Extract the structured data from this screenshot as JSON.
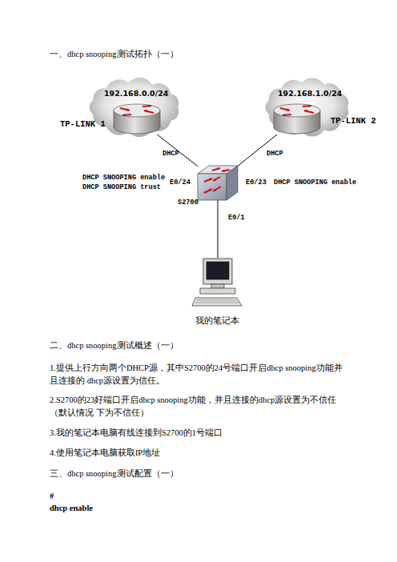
{
  "diagram": {
    "title": "一、dhcp snooping测试拓扑（一）",
    "nodes": [
      {
        "text": [
          "192.168.0.0/24",
          "TP-LINK 1",
          "DHCP"
        ]
      },
      {
        "text": [
          "192.168.1.0/24",
          "TP-LINK 2",
          "DHCP"
        ]
      },
      {
        "text": [
          "S2700"
        ]
      },
      {
        "text": [
          "我的笔记本"
        ]
      }
    ],
    "edges": [
      {
        "from": 0,
        "to": 2,
        "arrow": "none"
      },
      {
        "from": 1,
        "to": 2,
        "arrow": "none"
      },
      {
        "from": 2,
        "to": 3,
        "arrow": "none"
      }
    ],
    "labels": [
      "E0/24",
      "DHCP SNOOPING enable",
      "DHCP SNOOPING trust",
      "E0/23",
      "DHCP SNOOPING enable",
      "E0/1",
      "二、dhcp snooping测试概述（一）",
      "1.提供上行方向两个DHCP源，其中S2700的24号端口开启dhcp snooping功能并且连接的 dhcp源设置为信任。",
      "2.S2700的23好端口开启dhcp snooping功能，并且连接的dhcp源设置为不信任（默认情况 下为不信任）",
      "3.我的笔记本电脑有线连接到S2700的1号端口",
      "4.使用笔记本电脑获取IP地址",
      "三、dhcp snooping测试配置（一）",
      "#",
      "dhcp enable"
    ]
  }
}
